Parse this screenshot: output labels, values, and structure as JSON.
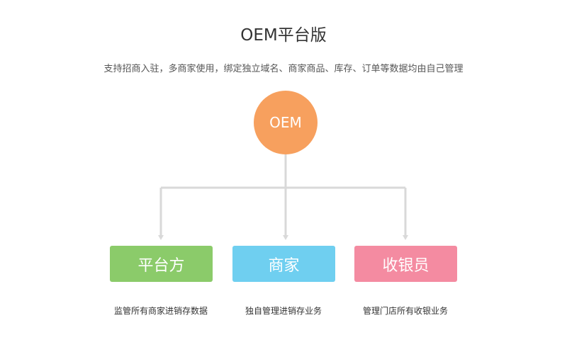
{
  "title": "OEM平台版",
  "subtitle": "支持招商入驻，多商家使用，绑定独立域名、商家商品、库存、订单等数据均由自己管理",
  "root": {
    "label": "OEM",
    "color": "#F7A05E"
  },
  "connector_color": "#D9D9D9",
  "nodes": [
    {
      "label": "平台方",
      "description": "监管所有商家进销存数据",
      "color": "#8BCB6A"
    },
    {
      "label": "商家",
      "description": "独自管理进销存业务",
      "color": "#6FCFF0"
    },
    {
      "label": "收银员",
      "description": "管理门店所有收银业务",
      "color": "#F48BA1"
    }
  ]
}
